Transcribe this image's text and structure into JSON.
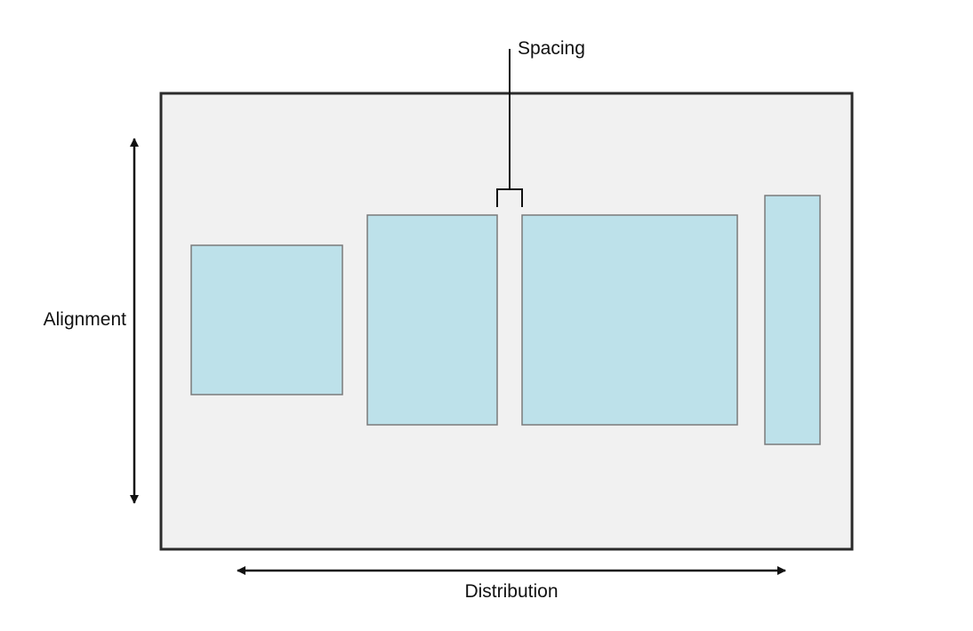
{
  "labels": {
    "spacing": "Spacing",
    "alignment": "Alignment",
    "distribution": "Distribution"
  },
  "colors": {
    "container_fill": "#f1f1f1",
    "container_stroke": "#2b2b2b",
    "item_fill": "#bde1ea",
    "item_stroke": "#7a7a7a",
    "line": "#111111"
  }
}
